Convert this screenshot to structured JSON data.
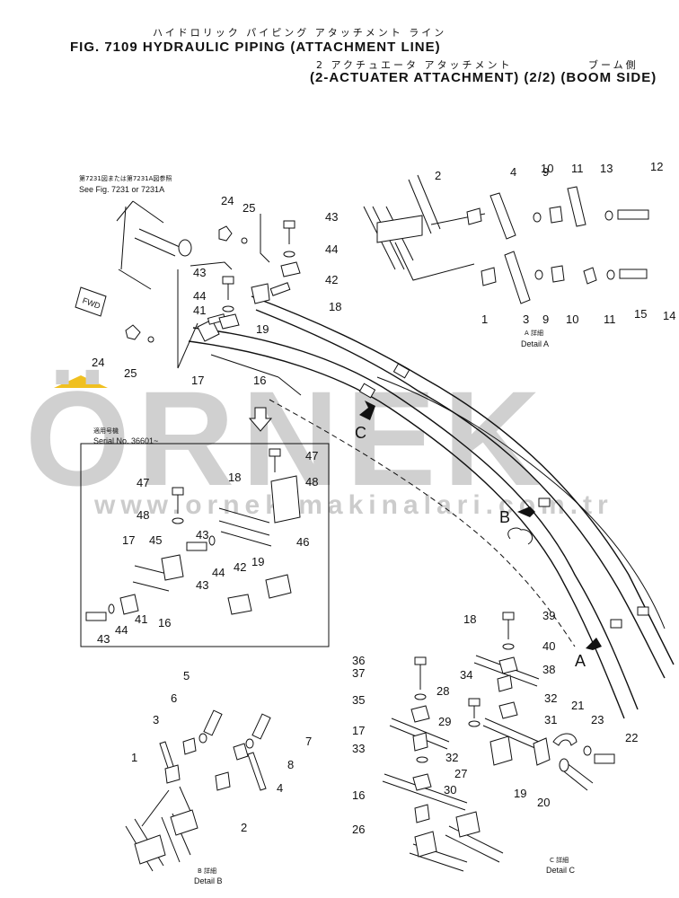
{
  "header": {
    "jp_line1": "ハイドロリック パイピング アタッチメント ライン",
    "line1": "FIG. 7109  HYDRAULIC PIPING (ATTACHMENT LINE)",
    "jp_line2a": "2 アクチュエータ アタッチメント",
    "jp_line2b": "ブーム側",
    "line2": "(2-ACTUATER ATTACHMENT) (2/2) (BOOM SIDE)"
  },
  "watermark": {
    "brand": "ÖRNEK",
    "url": "www.ornekimakinalari.com.tr",
    "accent_color": "#f0c020"
  },
  "notes": {
    "see_fig_jp": "第7231図または第7231A図参照",
    "see_fig": "See Fig. 7231 or 7231A",
    "fwd": "FWD",
    "serial_jp": "適用号機",
    "serial": "Serial No. 36601~"
  },
  "details": {
    "a_jp": "A 詳細",
    "a": "Detail A",
    "b_jp": "B 詳細",
    "b": "Detail B",
    "c_jp": "C 詳細",
    "c": "Detail C"
  },
  "view_letters": {
    "a": "A",
    "b": "B",
    "c": "C"
  },
  "callouts": {
    "main": [
      "24",
      "25",
      "43",
      "44",
      "42",
      "43",
      "44",
      "41",
      "18",
      "19",
      "24",
      "25",
      "17",
      "16"
    ],
    "detail_a": [
      "2",
      "4",
      "9",
      "10",
      "11",
      "13",
      "12",
      "1",
      "3",
      "9",
      "10",
      "11",
      "15",
      "14"
    ],
    "serial_box": [
      "47",
      "48",
      "47",
      "48",
      "18",
      "45",
      "17",
      "46",
      "43",
      "44",
      "42",
      "19",
      "43",
      "41",
      "16",
      "43",
      "44"
    ],
    "detail_b": [
      "5",
      "6",
      "3",
      "7",
      "8",
      "1",
      "4",
      "2"
    ],
    "detail_c": [
      "36",
      "18",
      "39",
      "40",
      "38",
      "37",
      "34",
      "35",
      "28",
      "32",
      "17",
      "29",
      "31",
      "21",
      "23",
      "22",
      "33",
      "32",
      "27",
      "19",
      "20",
      "16",
      "30",
      "26"
    ]
  }
}
